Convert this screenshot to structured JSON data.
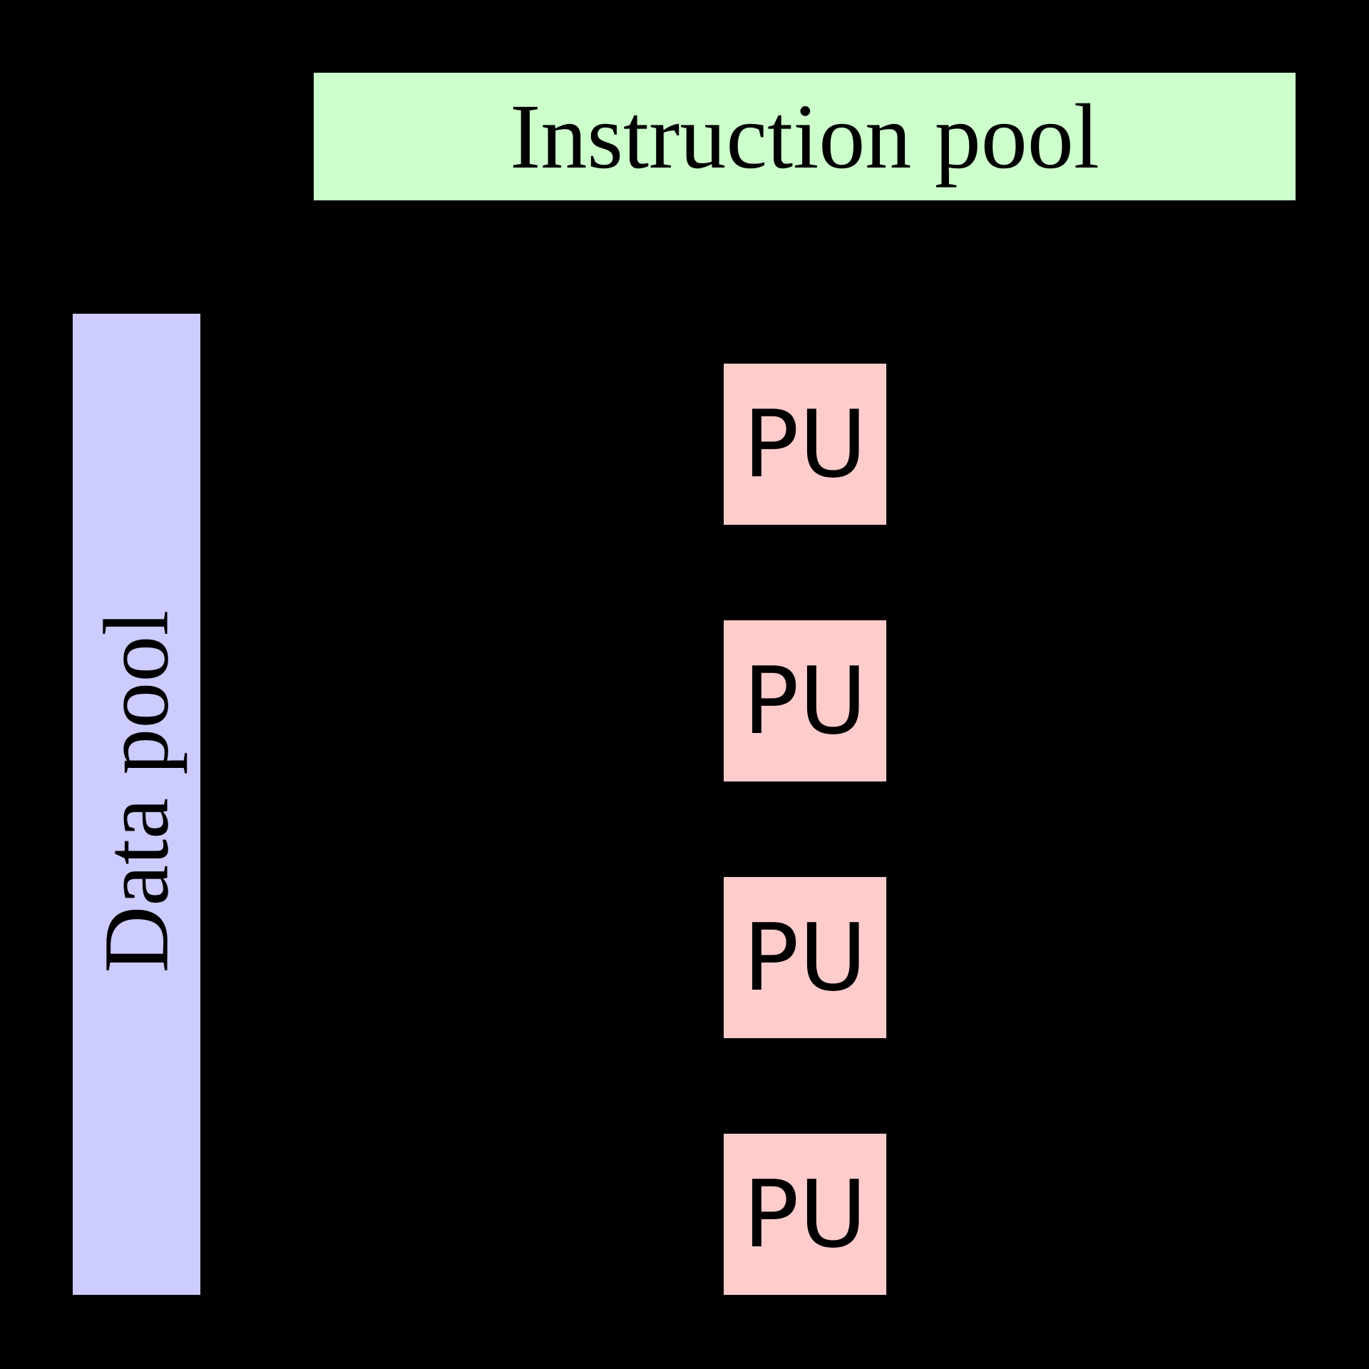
{
  "diagram": {
    "instruction_pool": {
      "label": "Instruction pool"
    },
    "data_pool": {
      "label": "Data pool"
    },
    "processing_units": [
      {
        "label": "PU"
      },
      {
        "label": "PU"
      },
      {
        "label": "PU"
      },
      {
        "label": "PU"
      }
    ]
  },
  "colors": {
    "background": "#000000",
    "instruction_pool_fill": "#ccffcc",
    "data_pool_fill": "#ccccff",
    "processing_unit_fill": "#ffcccc",
    "label_text": "#000000",
    "border": "#000000"
  }
}
